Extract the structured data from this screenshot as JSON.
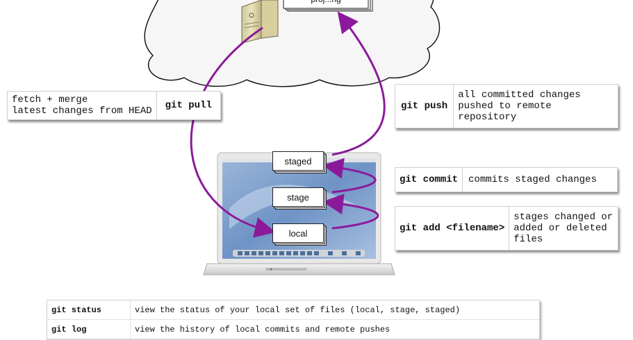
{
  "cloud": {
    "partial_label": "proj...ng"
  },
  "stacks": {
    "staged": "staged",
    "stage": "stage",
    "local": "local"
  },
  "notes": {
    "pull": {
      "desc_line1": "fetch + merge",
      "desc_line2": "latest changes from HEAD",
      "cmd": "git pull"
    },
    "push": {
      "cmd": "git push",
      "desc_line1": "all committed changes",
      "desc_line2": "pushed to remote",
      "desc_line3": "repository"
    },
    "commit": {
      "cmd": "git commit",
      "desc": "commits staged changes"
    },
    "add": {
      "cmd": "git add <filename>",
      "desc_line1": "stages changed or",
      "desc_line2": "added or deleted",
      "desc_line3": "files"
    }
  },
  "table": {
    "rows": [
      {
        "cmd": "git status",
        "desc": "view the status of your local set of files (local, stage, staged)"
      },
      {
        "cmd": "git log",
        "desc": "view the history of local commits and remote pushes"
      }
    ]
  },
  "colors": {
    "arrow": "#8b1a9a",
    "cloud_fill": "#f6f6f6",
    "cloud_stroke": "#1a1a1a",
    "server_body": "#e4dcb0"
  }
}
